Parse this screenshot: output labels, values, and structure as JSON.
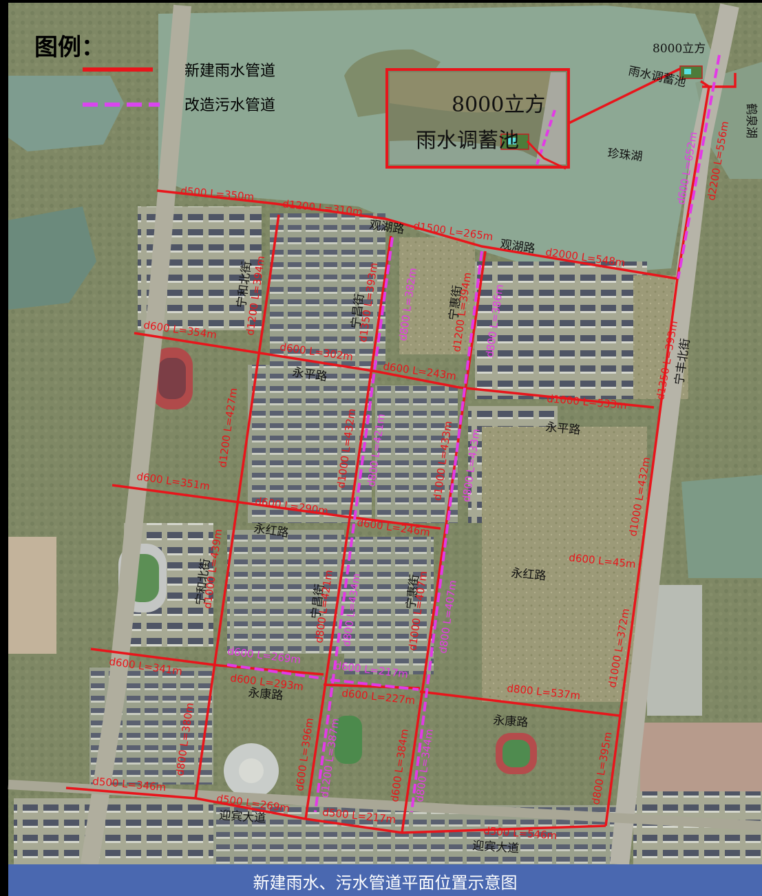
{
  "legend": {
    "title": "图例：",
    "items": [
      {
        "label": "新建雨水管道",
        "style": "solid",
        "color": "#e8151b"
      },
      {
        "label": "改造污水管道",
        "style": "dashed",
        "color": "#d946ef"
      }
    ]
  },
  "inset": {
    "line1": "8000立方",
    "line2": "雨水调蓄池"
  },
  "pond": {
    "line1": "8000立方",
    "line2": "雨水调蓄池"
  },
  "lake_name": "珍珠湖",
  "partial_label": "鹤泉湖",
  "roads": {
    "guanhu_1": "观湖路",
    "guanhu_2": "观湖路",
    "yongping_1": "永平路",
    "yongping_2": "永平路",
    "yonghong_1": "永红路",
    "yonghong_2": "永红路",
    "yongkang_1": "永康路",
    "yongkang_2": "永康路",
    "yingbin_1": "迎宾大道",
    "yingbin_2": "迎宾大道",
    "ninghe_1": "宁和北街",
    "ninghe_2": "宁和北街",
    "ningchang_1": "宁昌街",
    "ningchang_2": "宁昌街",
    "ninghui_1": "宁惠街",
    "ninghui_2": "宁惠街",
    "ningfeng": "宁丰北街"
  },
  "pipes": {
    "p01": "d500  L=350m",
    "p02": "d1200  L=310m",
    "p03": "d1500  L=265m",
    "p04": "d2000  L=548m",
    "p05": "d600  L=652m",
    "p06": "d2200  L=556m",
    "p07": "d1200  L=394m",
    "p08": "d1350  L=393m",
    "p09": "d800  L=382m",
    "p10": "d1200  L=394m",
    "p11": "d800  L=386m",
    "p12": "d600  L=354m",
    "p13": "d600  L=302m",
    "p14": "d600  L=243m",
    "p15": "d1350  L=393m",
    "p16": "d1000  L=533m",
    "p17": "d1200  L=427m",
    "p18": "d1000  L=432m",
    "p19": "d800  L=421m",
    "p20": "d1000  L=433m",
    "p21": "d800  L=433m",
    "p22": "d600  L=351m",
    "p23": "d600  L=290m",
    "p24": "d600  L=246m",
    "p25": "d1000  L=432m",
    "p26": "d600  L=45m",
    "p27": "d1000  L=439m",
    "p28": "d800  L=421m",
    "p29": "d800  L=434m",
    "p30": "d1000  L=407m",
    "p31": "d800  L=407m",
    "p32": "d1000  L=372m",
    "p33": "d600  L=269m",
    "p34": "d600  L=217m",
    "p35": "d600  L=341m",
    "p36": "d600  L=293m",
    "p37": "d600  L=227m",
    "p38": "d800  L=537m",
    "p39": "d800  L=380m",
    "p40": "d600  L=396m",
    "p41": "d1200  L=387m",
    "p42": "d600  L=384m",
    "p43": "d800  L=344m",
    "p44": "d800  L=395m",
    "p45": "d500  L=346m",
    "p46": "d500  L=269m",
    "p47": "d500  L=217m",
    "p48": "d500  L=546m"
  },
  "caption": "新建雨水、污水管道平面位置示意图",
  "colors": {
    "rain": "#e8151b",
    "sewage": "#d946ef",
    "caption_bg": "#4a68b0"
  }
}
